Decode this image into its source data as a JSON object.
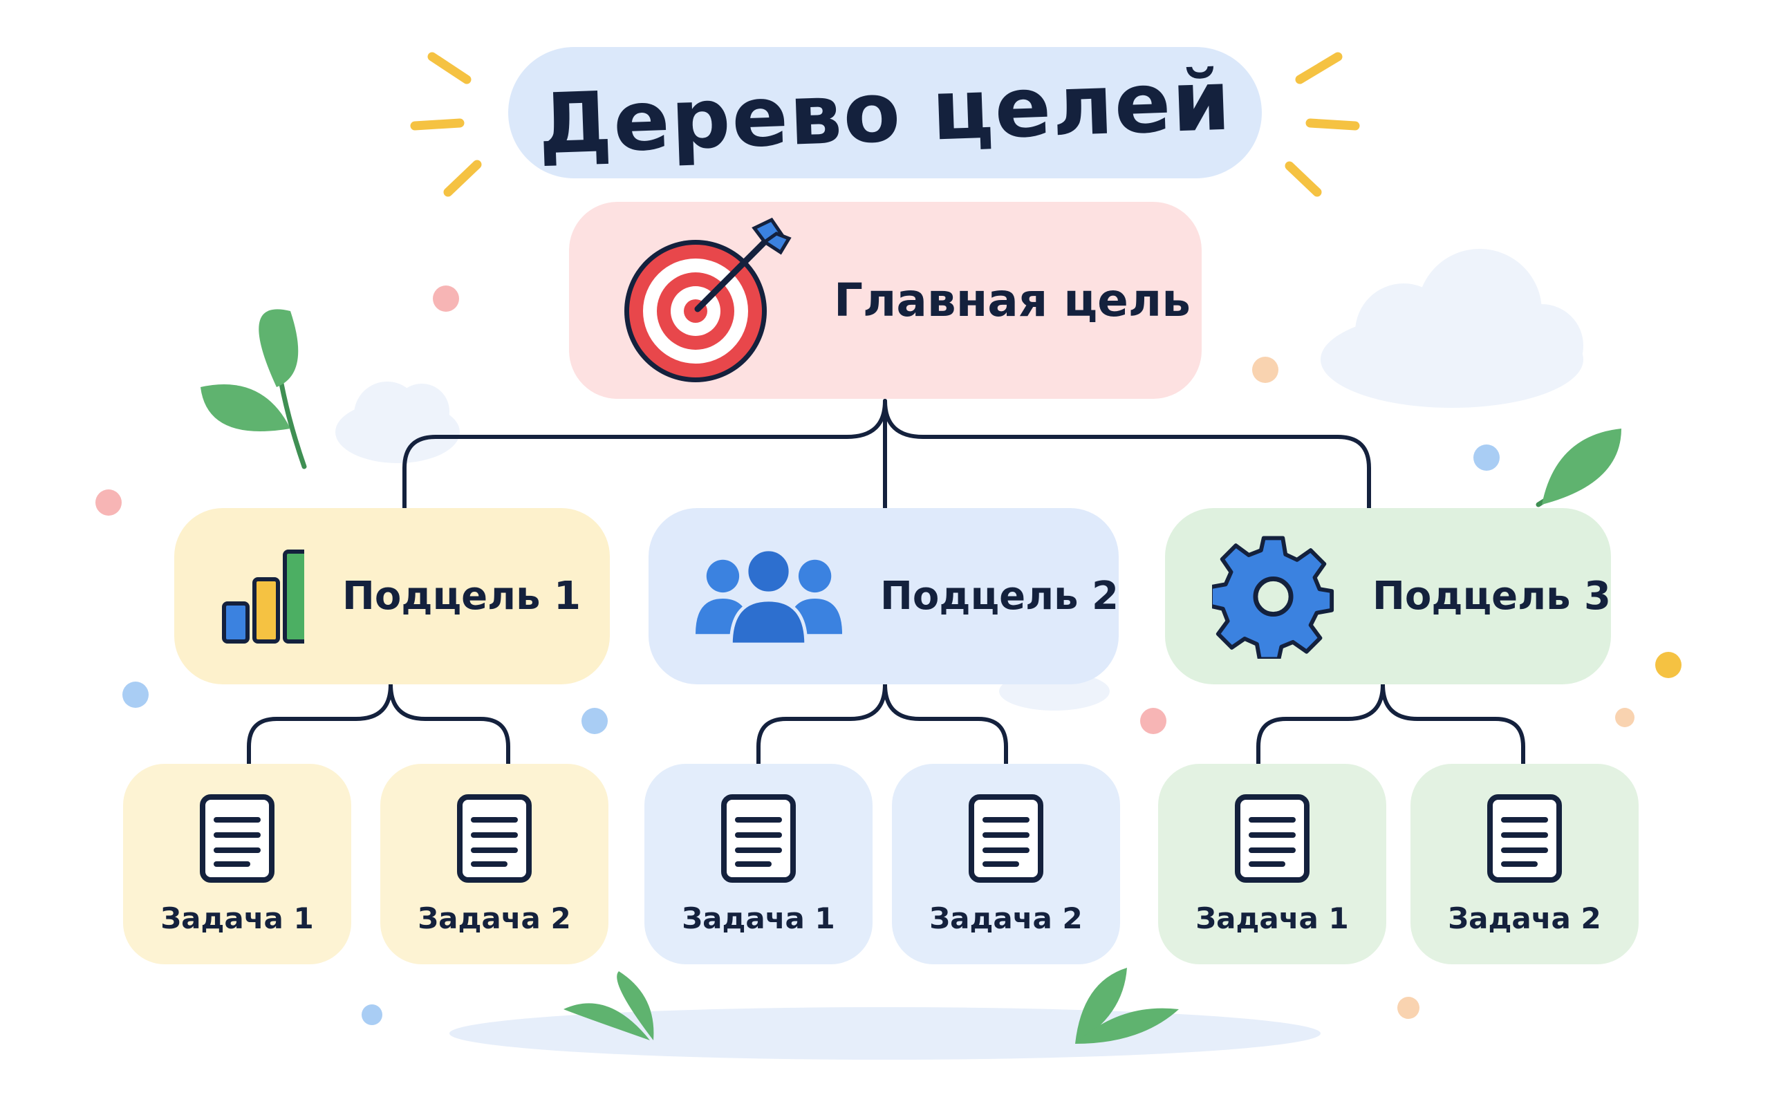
{
  "title": "Дерево целей",
  "main_goal": {
    "label": "Главная цель",
    "icon": "target-icon",
    "color": "#fde1e1"
  },
  "subgoals": [
    {
      "label": "Подцель 1",
      "icon": "bar-chart-icon",
      "color": "#fdf1cc"
    },
    {
      "label": "Подцель 2",
      "icon": "team-icon",
      "color": "#dfeafb"
    },
    {
      "label": "Подцель 3",
      "icon": "gear-icon",
      "color": "#dff1df"
    }
  ],
  "tasks": [
    {
      "label": "Задача 1",
      "icon": "document-icon"
    },
    {
      "label": "Задача 2",
      "icon": "document-icon"
    },
    {
      "label": "Задача 1",
      "icon": "document-icon"
    },
    {
      "label": "Задача 2",
      "icon": "document-icon"
    },
    {
      "label": "Задача 1",
      "icon": "document-icon"
    },
    {
      "label": "Задача 2",
      "icon": "document-icon"
    }
  ],
  "colors": {
    "connector": "#14213d",
    "text": "#14213d",
    "accent_red": "#e8474b",
    "accent_blue": "#3b82e0",
    "accent_yellow": "#f5c242",
    "accent_green": "#4caf63"
  }
}
